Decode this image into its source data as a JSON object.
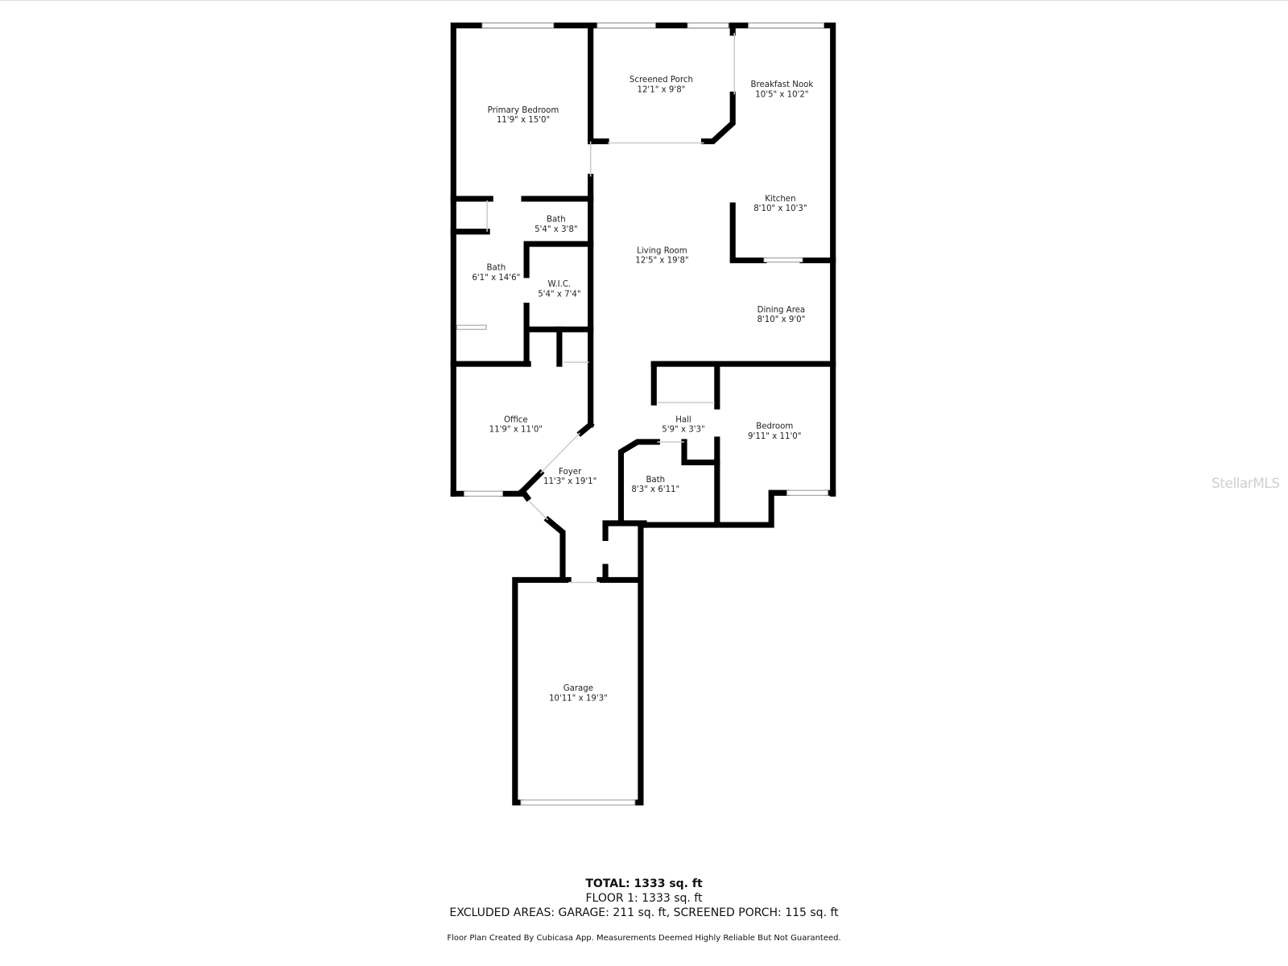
{
  "rooms": [
    {
      "name": "Primary Bedroom",
      "dims": "11'9\" x 15'0\""
    },
    {
      "name": "Screened Porch",
      "dims": "12'1\" x 9'8\""
    },
    {
      "name": "Breakfast Nook",
      "dims": "10'5\" x 10'2\""
    },
    {
      "name": "Kitchen",
      "dims": "8'10\" x 10'3\""
    },
    {
      "name": "Bath",
      "dims": "5'4\" x 3'8\""
    },
    {
      "name": "Living Room",
      "dims": "12'5\" x 19'8\""
    },
    {
      "name": "Bath",
      "dims": "6'1\" x 14'6\""
    },
    {
      "name": "W.I.C.",
      "dims": "5'4\" x 7'4\""
    },
    {
      "name": "Dining Area",
      "dims": "8'10\" x 9'0\""
    },
    {
      "name": "Office",
      "dims": "11'9\" x 11'0\""
    },
    {
      "name": "Hall",
      "dims": "5'9\" x 3'3\""
    },
    {
      "name": "Bedroom",
      "dims": "9'11\" x 11'0\""
    },
    {
      "name": "Foyer",
      "dims": "11'3\" x 19'1\""
    },
    {
      "name": "Bath",
      "dims": "8'3\" x 6'11\""
    },
    {
      "name": "Garage",
      "dims": "10'11\" x 19'3\""
    }
  ],
  "summary": {
    "total": "TOTAL: 1333 sq. ft",
    "floor1": "FLOOR 1: 1333 sq. ft",
    "excluded": "EXCLUDED AREAS: GARAGE: 211 sq. ft, SCREENED PORCH: 115 sq. ft",
    "note": "Floor Plan Created By Cubicasa App. Measurements Deemed Highly Reliable But Not Guaranteed."
  },
  "watermark": "StellarMLS"
}
